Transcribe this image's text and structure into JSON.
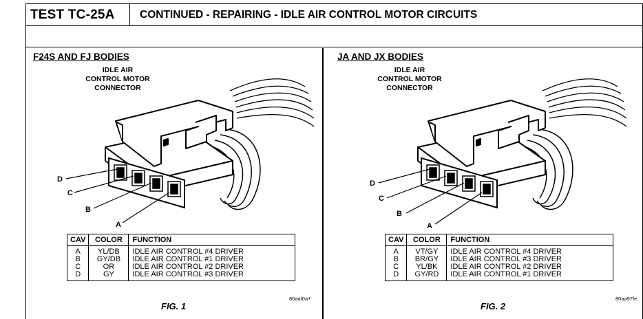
{
  "header": {
    "test_id": "TEST TC-25A",
    "title": "CONTINUED - REPAIRING - IDLE AIR CONTROL MOTOR CIRCUITS"
  },
  "panels": [
    {
      "title": "F24S AND FJ BODIES",
      "connector_label": [
        "IDLE AIR",
        "CONTROL MOTOR",
        "CONNECTOR"
      ],
      "pin_labels": [
        "D",
        "C",
        "B",
        "A"
      ],
      "table": {
        "headers": [
          "CAV",
          "COLOR",
          "FUNCTION"
        ],
        "rows": [
          [
            "A",
            "YL/DB",
            "IDLE AIR CONTROL #4 DRIVER"
          ],
          [
            "B",
            "GY/DB",
            "IDLE AIR CONTROL #1 DRIVER"
          ],
          [
            "C",
            "OR",
            "IDLE AIR CONTROL #2 DRIVER"
          ],
          [
            "D",
            "GY",
            "IDLE AIR CONTROL #3 DRIVER"
          ]
        ]
      },
      "figure_label": "FIG. 1",
      "image_code": "80aaf0a7"
    },
    {
      "title": "JA AND JX BODIES",
      "connector_label": [
        "IDLE AIR",
        "CONTROL MOTOR",
        "CONNECTOR"
      ],
      "pin_labels": [
        "D",
        "C",
        "B",
        "A"
      ],
      "table": {
        "headers": [
          "CAV",
          "COLOR",
          "FUNCTION"
        ],
        "rows": [
          [
            "A",
            "VT/GY",
            "IDLE AIR CONTROL #4 DRIVER"
          ],
          [
            "B",
            "BR/GY",
            "IDLE AIR CONTROL #3 DRIVER"
          ],
          [
            "C",
            "YL/BK",
            "IDLE AIR CONTROL #2 DRIVER"
          ],
          [
            "D",
            "GY/RD",
            "IDLE AIR CONTROL #1 DRIVER"
          ]
        ]
      },
      "figure_label": "FIG. 2",
      "image_code": "80aa97fe"
    }
  ]
}
